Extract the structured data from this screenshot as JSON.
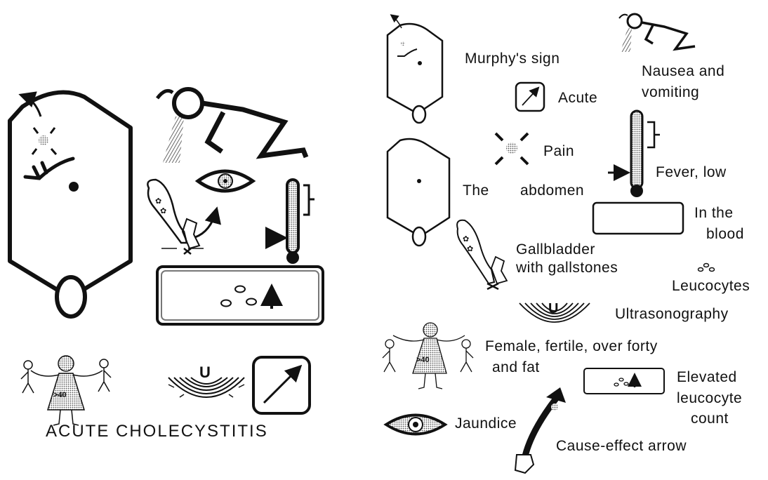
{
  "title": "ACUTE CHOLECYSTITIS",
  "scene": {
    "age_badge": ">40",
    "ultrasound_letter": "U"
  },
  "legend": {
    "murphys_sign": "Murphy's sign",
    "nausea_vomiting_1": "Nausea and",
    "nausea_vomiting_2": "vomiting",
    "acute": "Acute",
    "pain": "Pain",
    "fever_low": "Fever, low",
    "the": "The",
    "abdomen": "abdomen",
    "in_the": "In the",
    "blood": "blood",
    "gallbladder_1": "Gallbladder",
    "gallbladder_2": "with gallstones",
    "leucocytes": "Leucocytes",
    "ultrasonography": "Ultrasonography",
    "female_1": "Female, fertile, over forty",
    "female_2": "and fat",
    "age_badge": ">40",
    "ultrasound_letter": "U",
    "elevated_1": "Elevated",
    "elevated_2": "leucocyte",
    "elevated_3": "count",
    "jaundice": "Jaundice",
    "cause_effect": "Cause-effect arrow"
  },
  "icons": [
    "abdomen-icon",
    "pain-icon",
    "murphys-sign-icon",
    "nausea-figure-icon",
    "eye-icon",
    "thermometer-icon",
    "blood-box-icon",
    "gallbladder-icon",
    "ultrasound-icon",
    "female-figure-icon",
    "acute-box-icon",
    "cause-effect-arrow-icon"
  ]
}
